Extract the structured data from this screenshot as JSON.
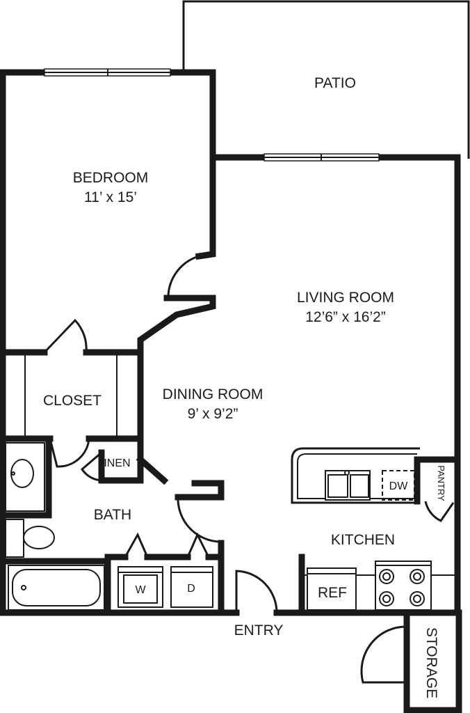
{
  "rooms": {
    "patio": {
      "name": "PATIO"
    },
    "bedroom": {
      "name": "BEDROOM",
      "size": "11’ x 15’"
    },
    "living_room": {
      "name": "LIVING ROOM",
      "size": "12’6” x 16’2”"
    },
    "dining_room": {
      "name": "DINING ROOM",
      "size": "9’ x 9’2”"
    },
    "closet": {
      "name": "CLOSET"
    },
    "linen": {
      "name": "LINEN"
    },
    "bath": {
      "name": "BATH"
    },
    "kitchen": {
      "name": "KITCHEN"
    },
    "entry": {
      "name": "ENTRY"
    },
    "storage": {
      "name": "STORAGE"
    },
    "pantry": {
      "name": "PANTRY"
    }
  },
  "appliances": {
    "dishwasher": "DW",
    "refrigerator": "REF",
    "washer": "W",
    "dryer": "D"
  }
}
